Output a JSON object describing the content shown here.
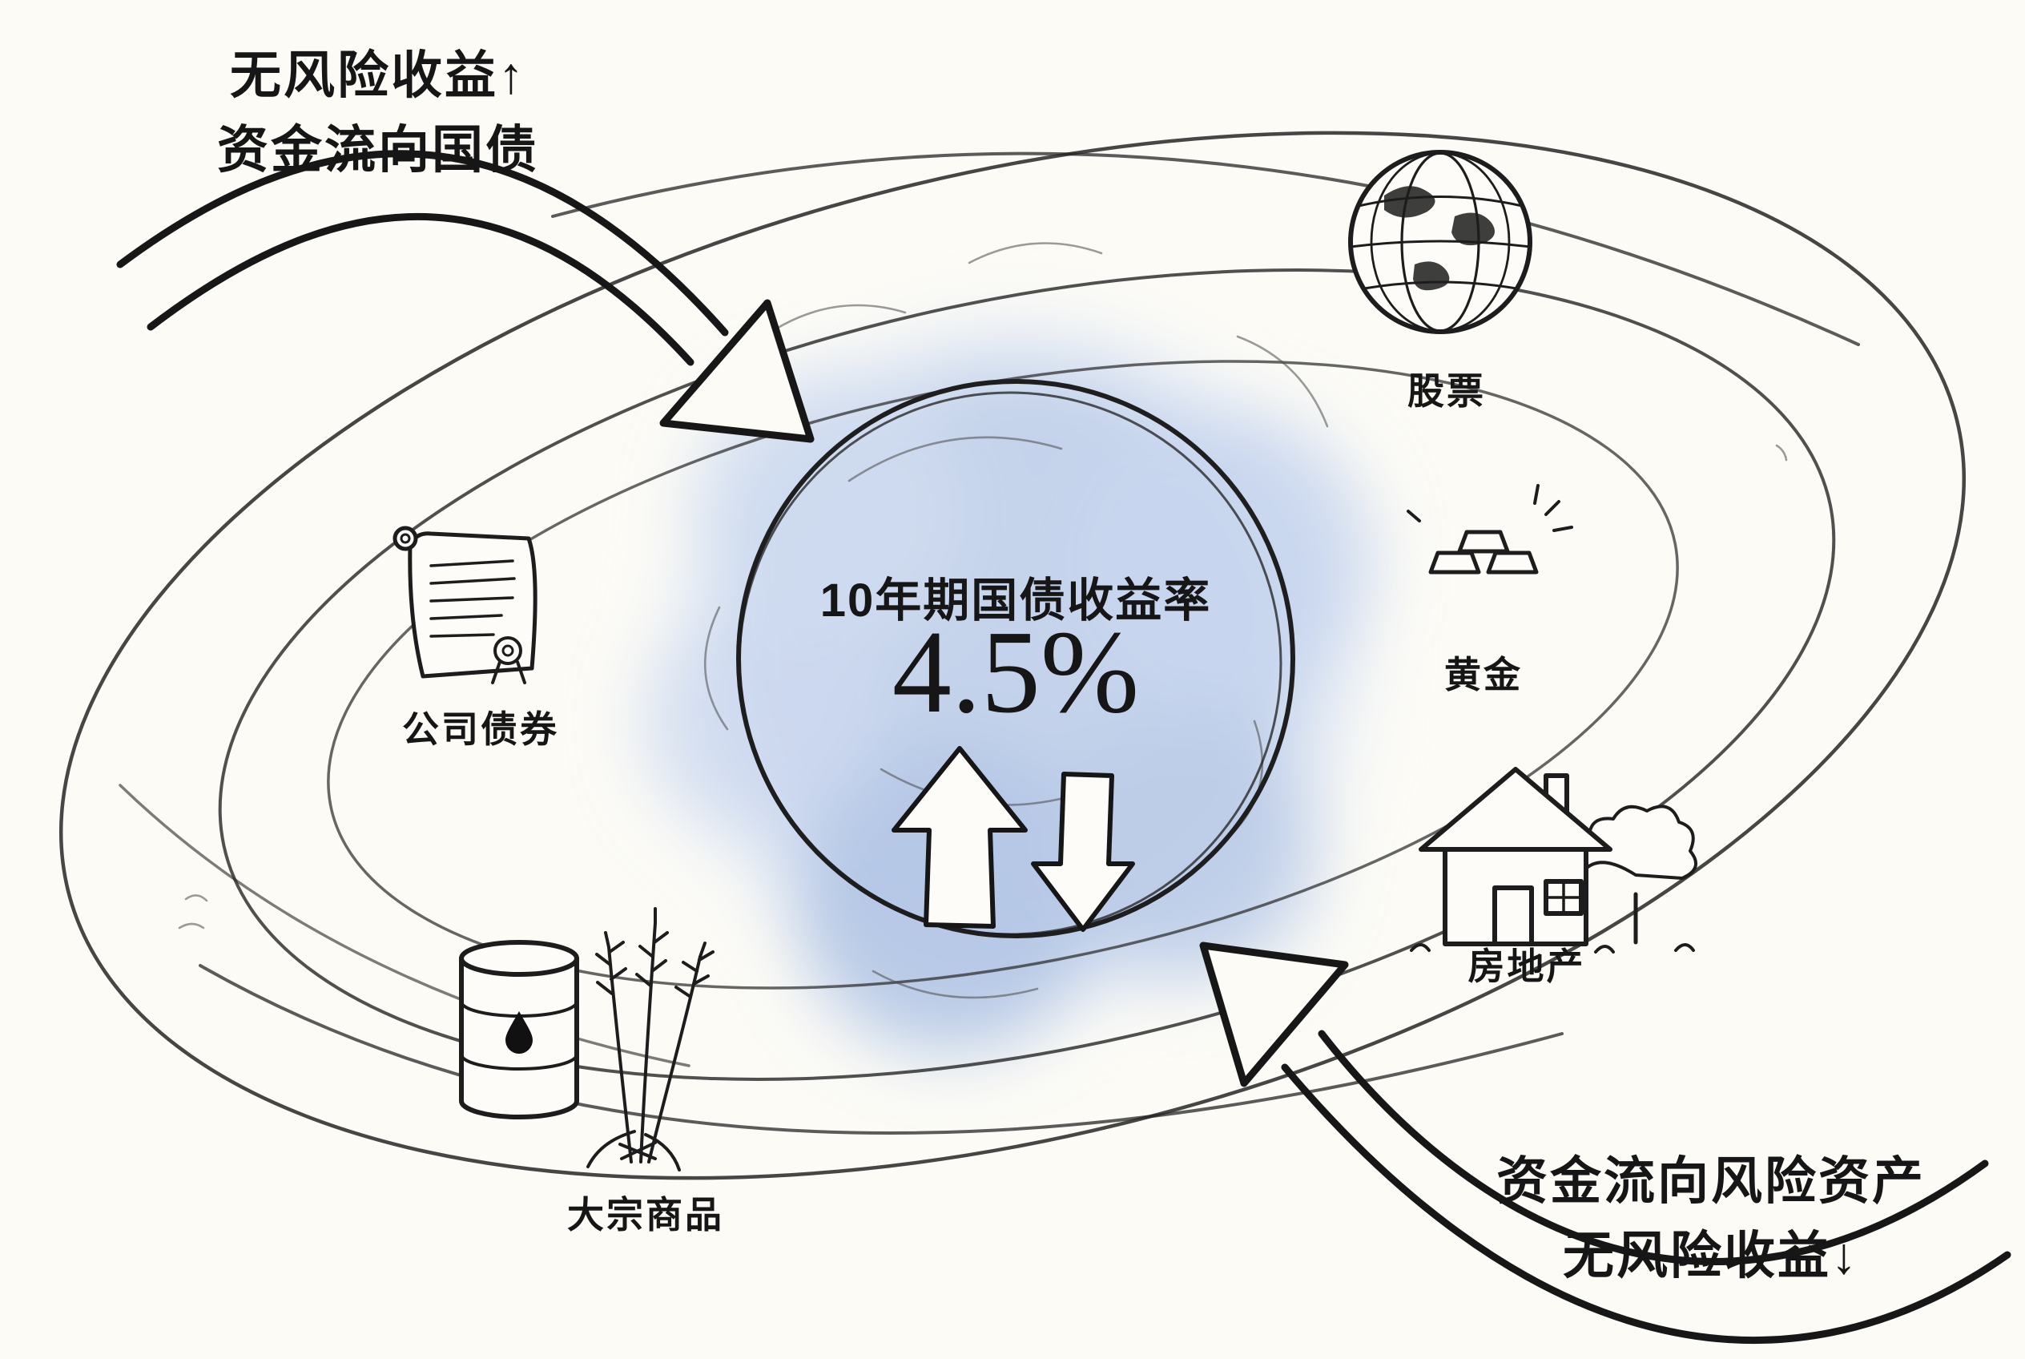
{
  "meta": {
    "background": "#fcfbf6",
    "ink": "#1a1a1a",
    "watercolor_blue": "#c2d2ea"
  },
  "center": {
    "title": "10年期国债收益率",
    "value": "4.5%",
    "up_arrow": "yield-up-arrow",
    "down_arrow": "yield-down-arrow"
  },
  "annotations": {
    "top_left": {
      "line1": "无风险收益↑",
      "line2": "资金流向国债"
    },
    "bottom_right": {
      "line1": "资金流向风险资产",
      "line2": "无风险收益↓"
    }
  },
  "assets": [
    {
      "id": "stocks",
      "label": "股票",
      "icon": "globe-icon"
    },
    {
      "id": "gold",
      "label": "黄金",
      "icon": "gold-bars-icon"
    },
    {
      "id": "real-estate",
      "label": "房地产",
      "icon": "house-icon"
    },
    {
      "id": "commodities",
      "label": "大宗商品",
      "icon": "oil-barrel-wheat-icon"
    },
    {
      "id": "corporate-bonds",
      "label": "公司债券",
      "icon": "scroll-icon"
    }
  ]
}
